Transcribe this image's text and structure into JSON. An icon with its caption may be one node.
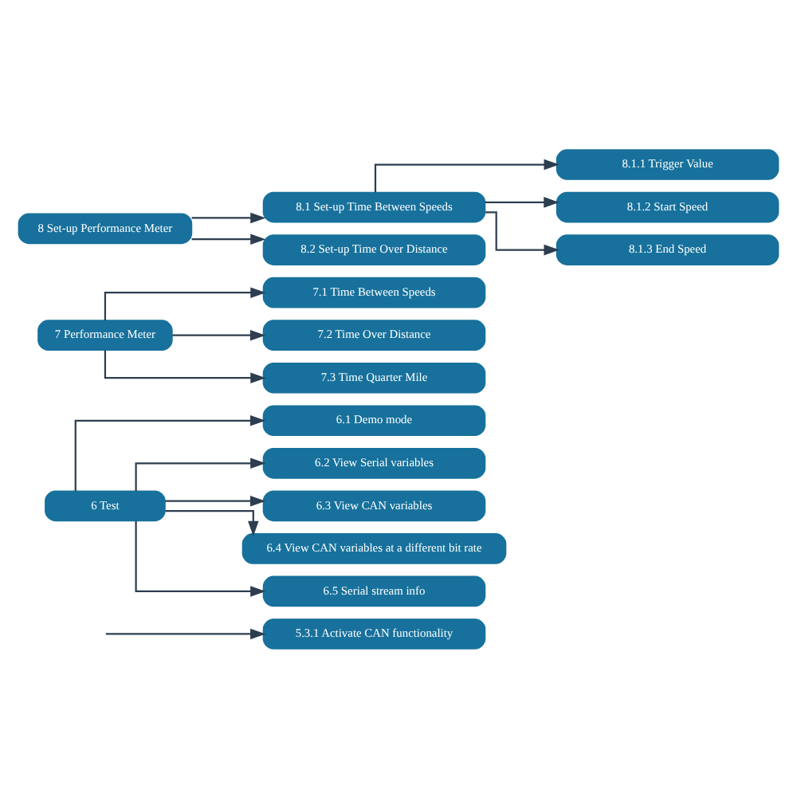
{
  "diagram": {
    "nodes": [
      {
        "text": [
          "5.3.1 Activate CAN functionality"
        ]
      },
      {
        "text": [
          "6 Test"
        ]
      },
      {
        "text": [
          "6.1 Demo mode"
        ]
      },
      {
        "text": [
          "6.2 View Serial variables"
        ]
      },
      {
        "text": [
          "6.3 View CAN variables"
        ]
      },
      {
        "text": [
          "6.4 View CAN variables at a different bit rate"
        ]
      },
      {
        "text": [
          "6.5 Serial stream info"
        ]
      },
      {
        "text": [
          "7 Performance Meter"
        ]
      },
      {
        "text": [
          "7.1 Time Between Speeds"
        ]
      },
      {
        "text": [
          "7.2 Time Over Distance"
        ]
      },
      {
        "text": [
          "7.3 Time Quarter Mile"
        ]
      },
      {
        "text": [
          "8 Set-up Performance Meter"
        ]
      },
      {
        "text": [
          "8.1 Set-up Time Between Speeds"
        ]
      },
      {
        "text": [
          "8.1.1 Trigger Value"
        ]
      },
      {
        "text": [
          "8.1.2 Start Speed"
        ]
      },
      {
        "text": [
          "8.1.3 End Speed"
        ]
      },
      {
        "text": [
          "8.2 Set-up Time Over Distance"
        ]
      }
    ],
    "edges": [
      {
        "from": null,
        "to": 0,
        "arrow": "to"
      },
      {
        "from": 1,
        "to": 2,
        "arrow": "to"
      },
      {
        "from": 1,
        "to": 3,
        "arrow": "to"
      },
      {
        "from": 1,
        "to": 4,
        "arrow": "to"
      },
      {
        "from": 1,
        "to": 5,
        "arrow": "to"
      },
      {
        "from": 1,
        "to": 6,
        "arrow": "to"
      },
      {
        "from": 7,
        "to": 8,
        "arrow": "to"
      },
      {
        "from": 7,
        "to": 9,
        "arrow": "to"
      },
      {
        "from": 7,
        "to": 10,
        "arrow": "to"
      },
      {
        "from": 11,
        "to": 12,
        "arrow": "to"
      },
      {
        "from": 12,
        "to": 13,
        "arrow": "to"
      },
      {
        "from": 12,
        "to": 14,
        "arrow": "to"
      },
      {
        "from": 12,
        "to": 15,
        "arrow": "to"
      },
      {
        "from": 11,
        "to": 16,
        "arrow": "to"
      }
    ]
  }
}
